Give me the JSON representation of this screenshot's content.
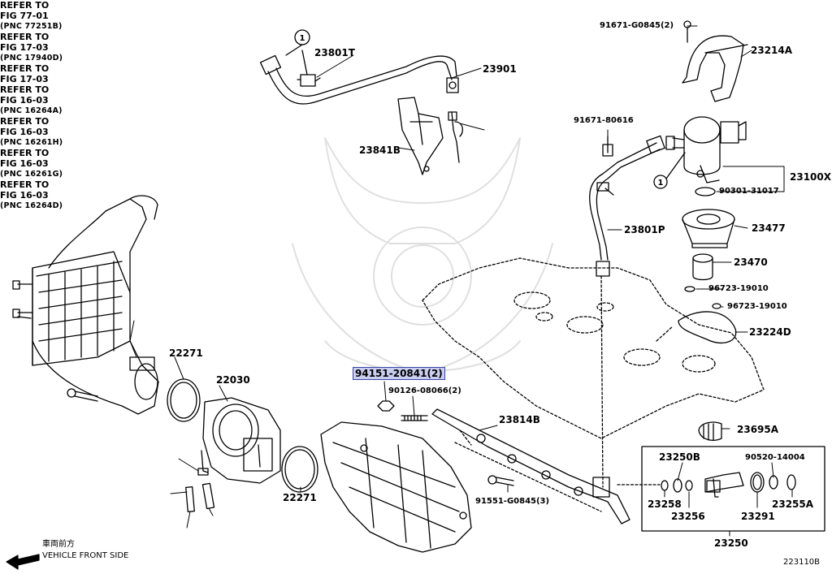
{
  "labels": {
    "p23801T": "23801T",
    "p23901": "23901",
    "p23841B": "23841B",
    "ref77": [
      "REFER TO",
      "FIG 77-01",
      "(PNC 77251B)"
    ],
    "p91671_G0845": "91671-G0845(2)",
    "p23214A": "23214A",
    "p91671_80616": "91671-80616",
    "p23100X": "23100X",
    "p90301": "90301-31017",
    "p23477": "23477",
    "p23801P": "23801P",
    "p23470": "23470",
    "p96723a": "96723-19010",
    "p96723b": "96723-19010",
    "p23224D": "23224D",
    "ref17a": [
      "REFER TO",
      "FIG 17-03",
      "(PNC 17940D)"
    ],
    "p22271a": "22271",
    "p22030": "22030",
    "p94151": "94151-20841(2)",
    "p90126": "90126-08066(2)",
    "p23814B": "23814B",
    "p23695A": "23695A",
    "ref17b": [
      "REFER TO",
      "FIG 17-03"
    ],
    "ref16a": [
      "REFER TO",
      "FIG 16-03",
      "(PNC 16264A)"
    ],
    "ref16b": [
      "REFER TO",
      "FIG 16-03",
      "(PNC 16261H)"
    ],
    "ref16c": [
      "REFER TO",
      "FIG 16-03",
      "(PNC 16261G)"
    ],
    "ref16d": [
      "REFER TO",
      "FIG 16-03",
      "(PNC 16264D)"
    ],
    "p22271b": "22271",
    "p91551": "91551-G0845(3)",
    "p23250B": "23250B",
    "p90520": "90520-14004",
    "p23258": "23258",
    "p23256": "23256",
    "p23291": "23291",
    "p23255A": "23255A",
    "p23250": "23250",
    "front_jp": "車両前方",
    "front_en": "VEHICLE FRONT SIDE",
    "fig_no": "223110B",
    "circle_one": "1"
  },
  "colors": {
    "highlight_fill": "#c9cdf0",
    "highlight_border": "#3b44a8",
    "line": "#000000"
  }
}
